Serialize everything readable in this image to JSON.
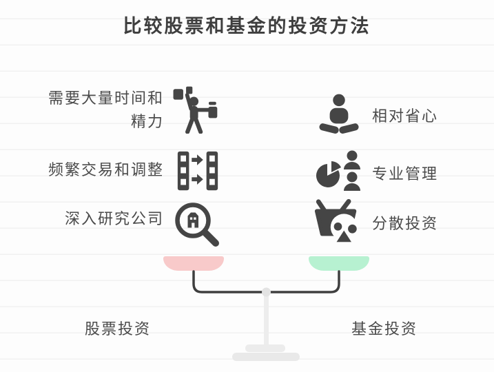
{
  "title": "比较股票和基金的投资方法",
  "left_items": [
    {
      "icon": "multitasking-person-icon",
      "lines": [
        "需要大量时间和",
        "精力"
      ]
    },
    {
      "icon": "trading-transfer-icon",
      "lines": [
        "频繁交易和调整"
      ]
    },
    {
      "icon": "research-magnifier-icon",
      "lines": [
        "深入研究公司"
      ]
    }
  ],
  "right_items": [
    {
      "icon": "meditating-person-icon",
      "lines": [
        "相对省心"
      ]
    },
    {
      "icon": "pie-chart-people-icon",
      "lines": [
        "专业管理"
      ]
    },
    {
      "icon": "egg-basket-icon",
      "lines": [
        "分散投资"
      ]
    }
  ],
  "scale": {
    "left_label": "股票投资",
    "right_label": "基金投资",
    "left_pan_color": "#f8caca",
    "right_pan_color": "#b7f1d1"
  },
  "colors": {
    "ink": "#454545",
    "title": "#3e3e3e",
    "background": "#fdfdfd",
    "ruled_line": "#f1f1f1",
    "beam": "#3f3f3f",
    "pivot": "#e3e3e3",
    "stand": "#ececec"
  }
}
